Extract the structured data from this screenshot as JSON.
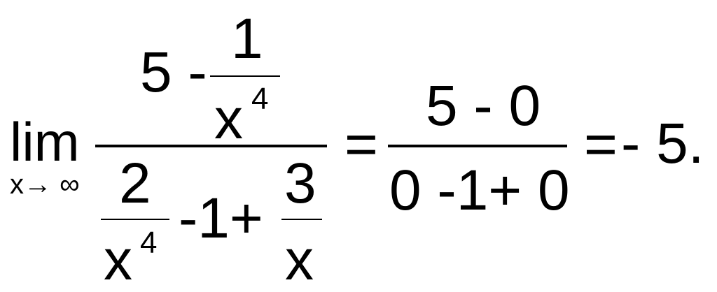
{
  "equation": {
    "lim_label": "lim",
    "lim_subscript": "x→ ∞",
    "left_fraction": {
      "numerator": {
        "prefix": "5 -",
        "inner_numerator": "1",
        "inner_denominator_base": "x",
        "inner_denominator_exponent": "4"
      },
      "denominator": {
        "first_numerator": "2",
        "first_denominator_base": "x",
        "first_denominator_exponent": "4",
        "middle_terms": "-1+",
        "second_numerator": "3",
        "second_denominator": "x"
      }
    },
    "equals_1": "=",
    "middle_fraction": {
      "numerator": "5 - 0",
      "denominator": "0 -1+ 0"
    },
    "equals_2": "=",
    "result": "- 5."
  }
}
